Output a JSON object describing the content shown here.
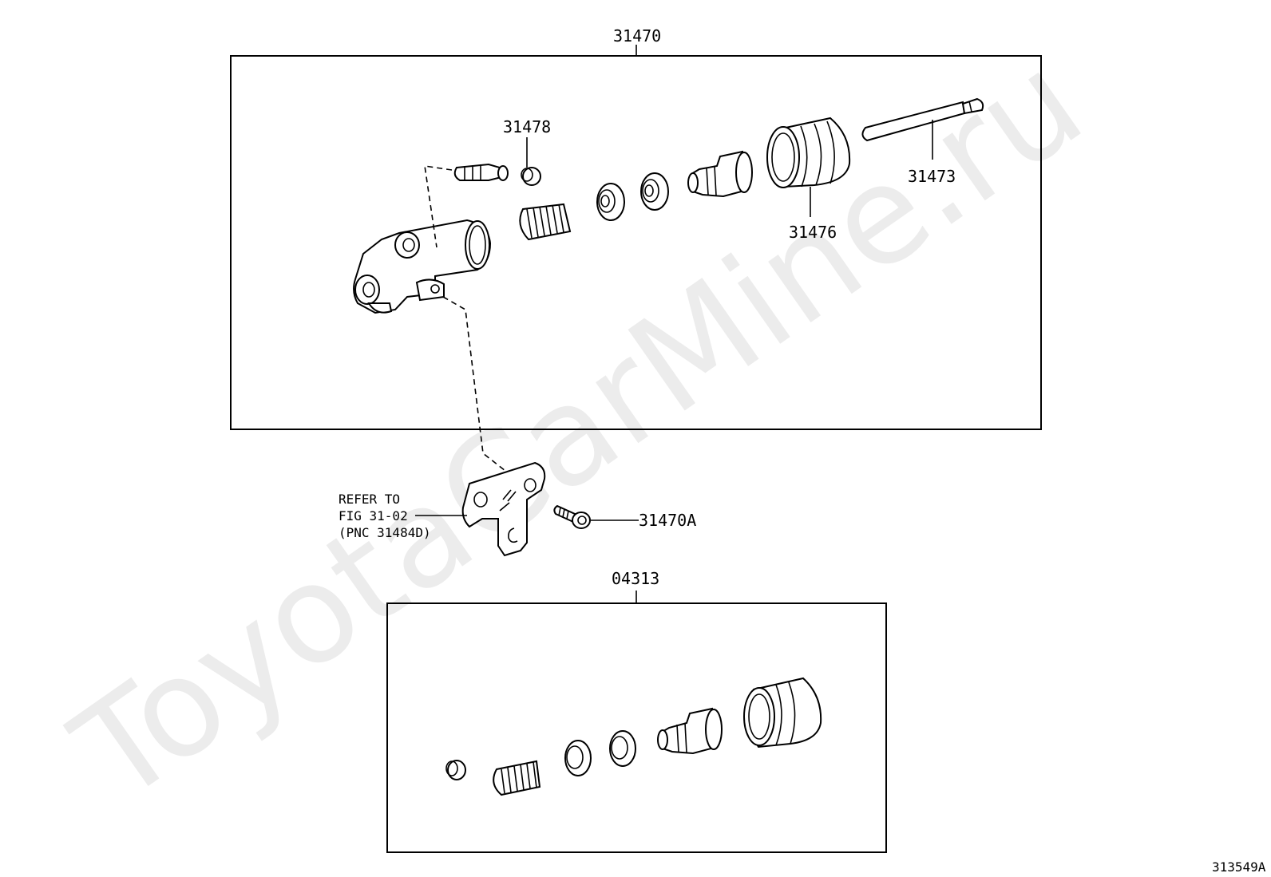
{
  "watermark": "ToyotaCarMine.ru",
  "figure_code": "313549A",
  "assemblies": {
    "upper": {
      "part_no": "31470"
    },
    "lower": {
      "part_no": "04313"
    }
  },
  "callouts": {
    "bleeder_cap": "31478",
    "push_rod": "31473",
    "boot": "31476",
    "bolt": "31470A"
  },
  "reference_note": {
    "line1": "REFER TO",
    "line2": "FIG 31-02",
    "line3": "(PNC 31484D)"
  }
}
